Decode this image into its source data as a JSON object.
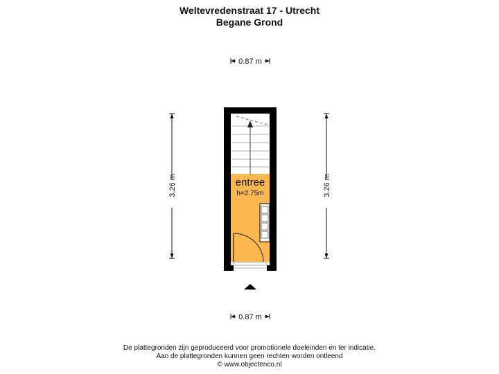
{
  "header": {
    "address": "Weltevredenstraat 17 - Utrecht",
    "floor": "Begane Grond"
  },
  "dimensions": {
    "top_width": "0.87 m",
    "bottom_width": "0.87 m",
    "left_height": "3.26 m",
    "right_height": "3.26 m"
  },
  "room": {
    "name": "entree",
    "height": "h=2.75m"
  },
  "colors": {
    "room_fill": "#fbb850",
    "wall": "#000000",
    "stair_line": "#b0b0b0"
  },
  "footer": {
    "line1": "De plattegronden zijn geproduceerd voor promotionele doeleinden en ter indicatie.",
    "line2": "Aan de plattegronden kunnen geen rechten worden ontleend",
    "line3": "© www.objectenco.nl"
  }
}
